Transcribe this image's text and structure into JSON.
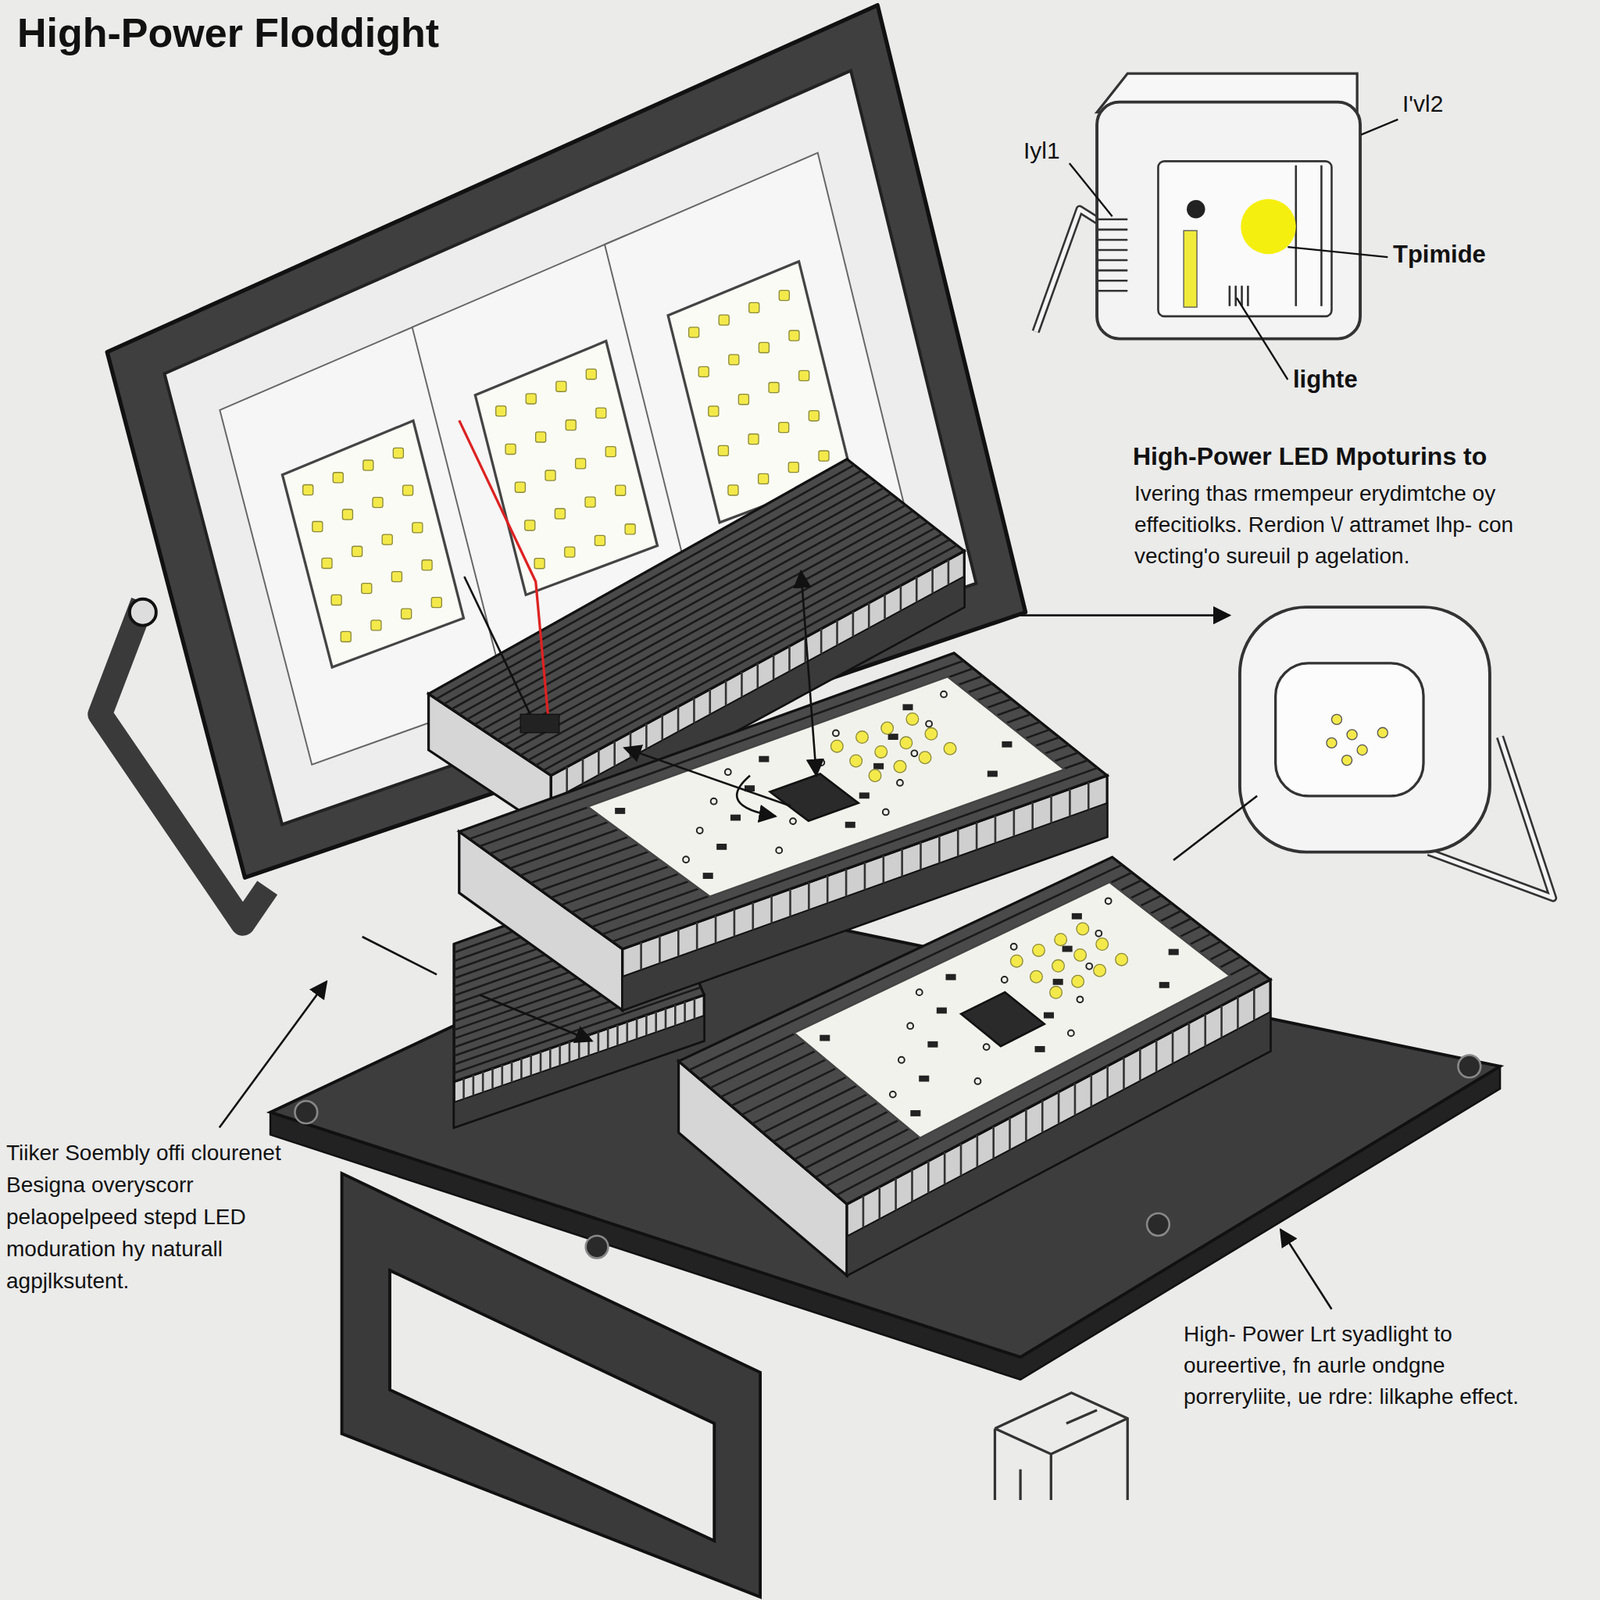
{
  "diagram": {
    "title": "High-Power Floddight",
    "labels": [
      "Iyl1",
      "I'vl2",
      "Tpimide",
      "lighte",
      "High-Power LED Mpoturins to",
      "Ivering thas rmempeur erydimtche oy effecitiolks. Rerdion \\/ attramet lhp- con vecting'o sureuil p agelation.",
      "Tiiker Soembly offi clourenet Besigna overyscorr pelaopelpeed stepd LED moduration hy naturall agpjlksutent.",
      "High- Power Lrt syadlight to oureertive, fn aurle ondgne porreryliite, ue rdre: lilkaphe effect."
    ]
  }
}
